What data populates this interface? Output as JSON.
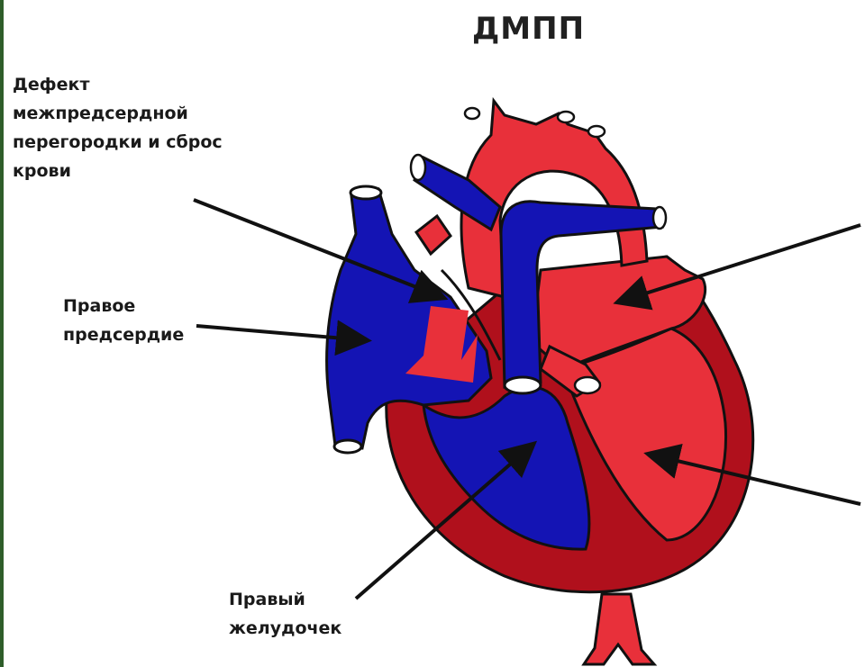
{
  "title": "ДМПП",
  "labels": {
    "asd": {
      "lines": [
        "Дефект",
        "межпредсердной",
        "перегородки и сброс",
        "крови"
      ]
    },
    "right_atrium": {
      "lines": [
        "Правое",
        "предсердие"
      ]
    },
    "right_ventricle": {
      "lines": [
        "Правый",
        "желудочек"
      ]
    }
  },
  "colors": {
    "oxygenated": "#e8303a",
    "deoxygenated": "#1414b4",
    "myocardium": "#b0101c",
    "outline": "#111111"
  }
}
